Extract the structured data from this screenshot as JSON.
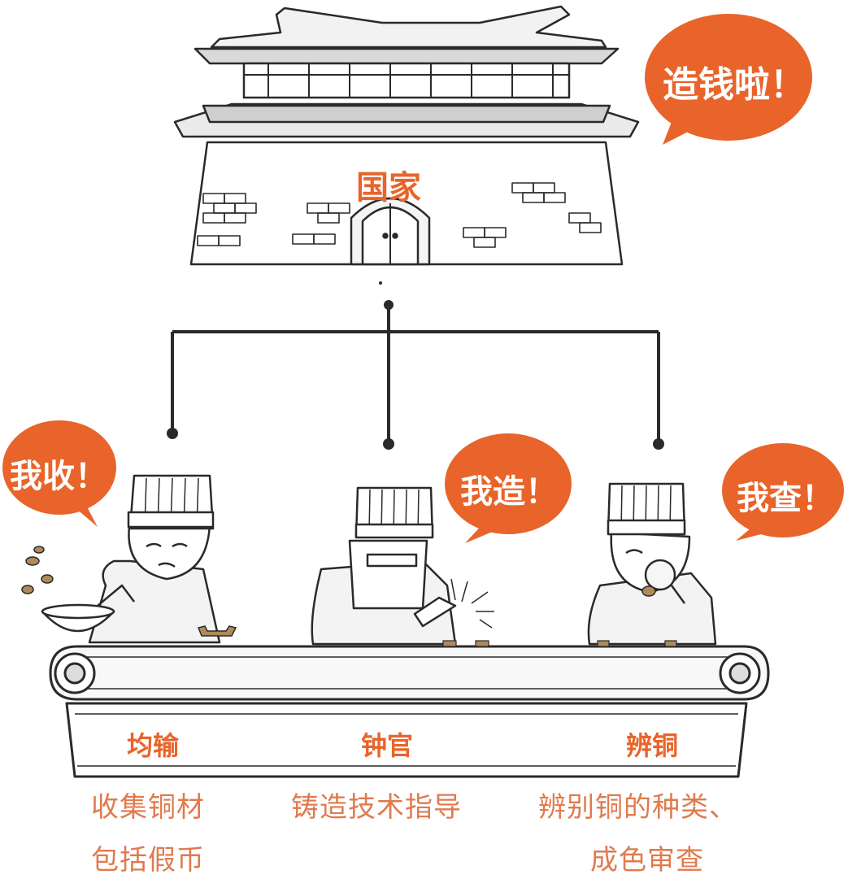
{
  "colors": {
    "accent": "#e8642a",
    "ink": "#2a2a2a",
    "desc_text": "#e07a4e"
  },
  "state": {
    "name": "国家",
    "speech": "造钱啦！"
  },
  "departments": [
    {
      "name": "均输",
      "speech": "我收！",
      "description_lines": [
        "收集铜材",
        "包括假币"
      ]
    },
    {
      "name": "钟官",
      "speech": "我造！",
      "description_lines": [
        "铸造技术指导"
      ]
    },
    {
      "name": "辨铜",
      "speech": "我查！",
      "description_lines": [
        "辨别铜的种类、",
        "成色审查"
      ]
    }
  ]
}
